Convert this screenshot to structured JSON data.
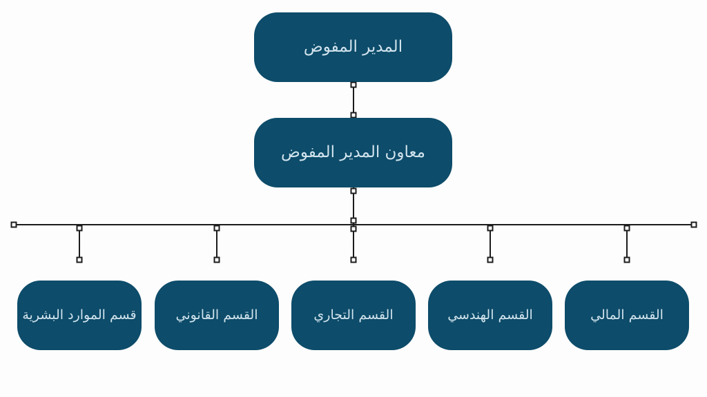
{
  "chart": {
    "type": "org-chart",
    "direction": "rtl",
    "nodes": {
      "root": {
        "label": "المدير المفوض",
        "level": 1
      },
      "deputy": {
        "label": "معاون المدير المفوض",
        "level": 2
      },
      "departments": [
        {
          "id": "hr",
          "label": "قسم الموارد البشرية"
        },
        {
          "id": "legal",
          "label": "القسم القانوني"
        },
        {
          "id": "commercial",
          "label": "القسم التجاري"
        },
        {
          "id": "engineering",
          "label": "القسم الهندسي"
        },
        {
          "id": "finance",
          "label": "القسم المالي"
        }
      ]
    },
    "colors": {
      "node_fill": "#0d4c6a",
      "node_text": "#d2e4ee",
      "connector": "#1b1b1b",
      "background": "#fdfdfd"
    }
  }
}
